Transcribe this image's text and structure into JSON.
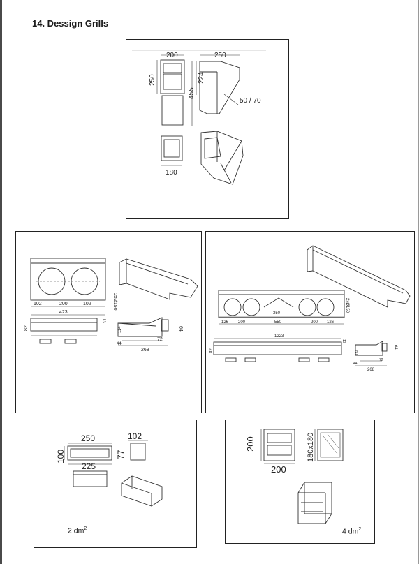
{
  "page": {
    "title": "14. Dessign Grills"
  },
  "panel_top": {
    "dims": [
      "200",
      "250",
      "250",
      "224",
      "455",
      "50 / 70",
      "180"
    ]
  },
  "panel_mid_left": {
    "dims": [
      "2xØ150",
      "102",
      "200",
      "102",
      "423",
      "13",
      "82",
      "114",
      "44",
      "64",
      "72",
      "268"
    ]
  },
  "panel_mid_right": {
    "dims": [
      "2xØ150",
      "350",
      "126",
      "200",
      "550",
      "200",
      "126",
      "1223",
      "13",
      "82",
      "114",
      "44",
      "64",
      "72",
      "268"
    ]
  },
  "panel_bottom_left": {
    "dims": [
      "250",
      "100",
      "225",
      "102",
      "77"
    ],
    "area_value": "2 dm",
    "area_exp": "2"
  },
  "panel_bottom_right": {
    "dims": [
      "200",
      "200",
      "180x180"
    ],
    "area_value": "4 dm",
    "area_exp": "2"
  }
}
